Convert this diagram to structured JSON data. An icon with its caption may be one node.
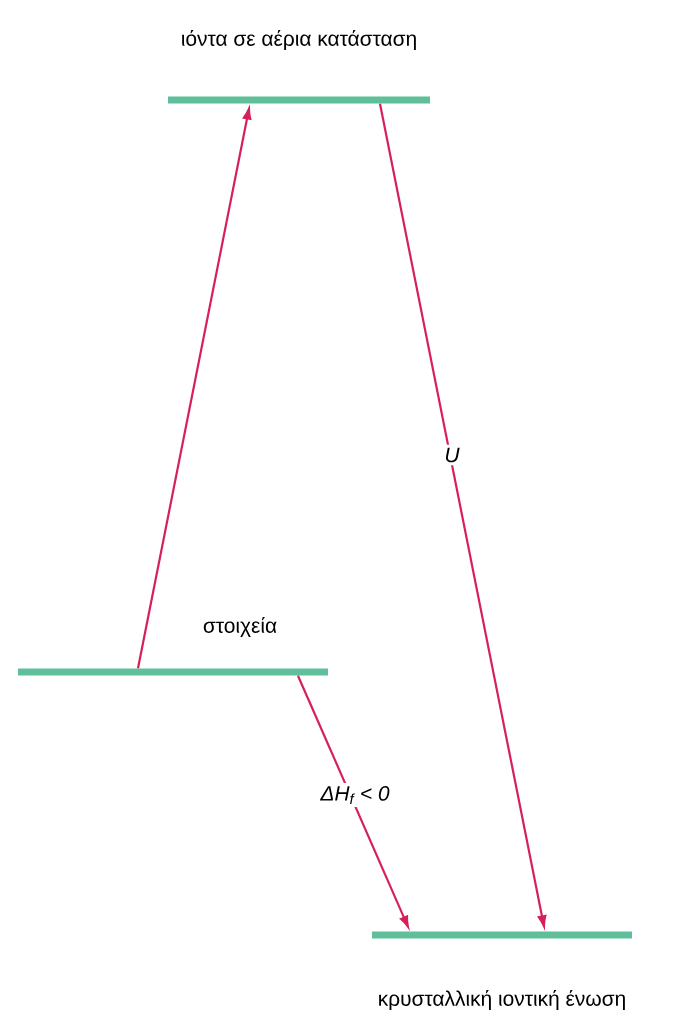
{
  "diagram": {
    "nodes": [
      {
        "text": [
          "ιόντα σε αέρια κατάσταση"
        ]
      },
      {
        "text": [
          "στοιχεία"
        ]
      },
      {
        "text": [
          "κρυσταλλική ιοντική ένωση"
        ]
      }
    ],
    "edges": [
      {
        "from": 1,
        "to": 0,
        "arrow": "to"
      },
      {
        "from": 0,
        "to": 2,
        "arrow": "to",
        "label": "U"
      },
      {
        "from": 1,
        "to": 2,
        "arrow": "to",
        "label": "ΔH$_{f}$ < 0"
      }
    ]
  }
}
